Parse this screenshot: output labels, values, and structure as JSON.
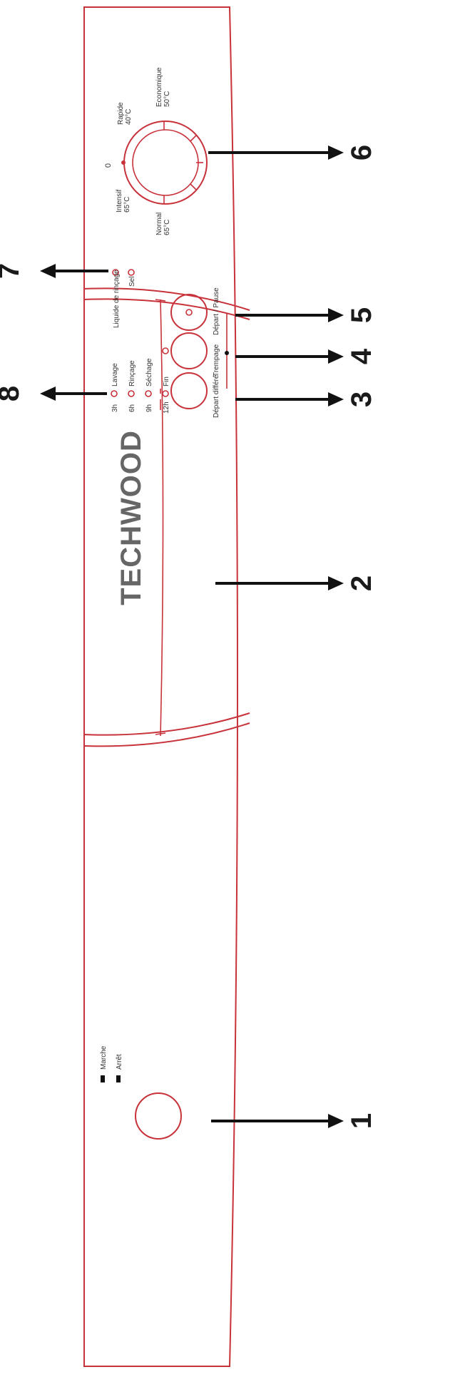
{
  "brand": "TECHWOOD",
  "power": {
    "labels": [
      "Marche",
      "Arrêt"
    ]
  },
  "dial": {
    "zero_mark": "0",
    "programs": [
      {
        "name": "Rapide",
        "temp": "40°C"
      },
      {
        "name": "Economique",
        "temp": "50°C"
      },
      {
        "name": "Normal",
        "temp": "65°C"
      },
      {
        "name": "Intensif",
        "temp": "65°C"
      }
    ]
  },
  "indicators": {
    "hours": [
      "3h",
      "6h",
      "9h",
      "12h"
    ],
    "phases": [
      "Lavage",
      "Rinçage",
      "Séchage",
      "Fin"
    ],
    "liquid_labels": [
      "Liquide de rinçage",
      "Sel"
    ]
  },
  "buttons": {
    "labels": [
      "Départ différé",
      "Trempage",
      "Départ / Pause"
    ]
  },
  "callouts": [
    "1",
    "2",
    "3",
    "4",
    "5",
    "6",
    "7",
    "8"
  ],
  "colors": {
    "panel_line": "#c8323a",
    "text": "#333333",
    "arrow": "#111111",
    "brand": "#666666"
  }
}
